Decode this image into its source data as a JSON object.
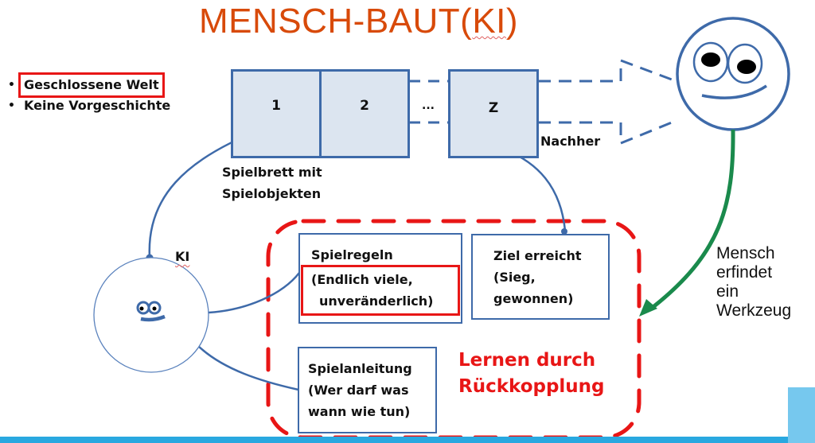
{
  "title": {
    "prefix": "MENSCH-BAUT(",
    "ki": "KI",
    "suffix": ")"
  },
  "bullets": [
    {
      "text": "Geschlossene Welt",
      "highlighted": true
    },
    {
      "text": "Keine Vorgeschichte",
      "highlighted": false
    }
  ],
  "bullet_symbol": "•",
  "board": {
    "cells": [
      "1",
      "2",
      "Z"
    ],
    "ellipsis": "...",
    "caption_line1": "Spielbrett  mit",
    "caption_line2": "Spielobjekten",
    "after_label": "Nachher"
  },
  "ki_label": "KI",
  "rules_box": {
    "title": "Spielregeln",
    "line2": "(Endlich viele,",
    "line3": "unveränderlich)"
  },
  "goal_box": {
    "line1": "Ziel erreicht",
    "line2": "(Sieg,",
    "line3": "gewonnen)"
  },
  "instructions_box": {
    "line1": "Spielanleitung",
    "line2": "(Wer darf was",
    "line3": "wann wie tun)"
  },
  "feedback_label": {
    "line1": "Lernen durch",
    "line2": "Rückkopplung"
  },
  "human_note": {
    "line1": "Mensch",
    "line2": "erfindet",
    "line3": "ein",
    "line4": "Werkzeug"
  },
  "colors": {
    "title": "#d84a0a",
    "diagram_blue": "#3e6aa9",
    "cell_fill": "#dce5f0",
    "highlight_red": "#e81616",
    "arrow_green": "#1a8a4c",
    "footer_blue": "#29a8e0"
  }
}
